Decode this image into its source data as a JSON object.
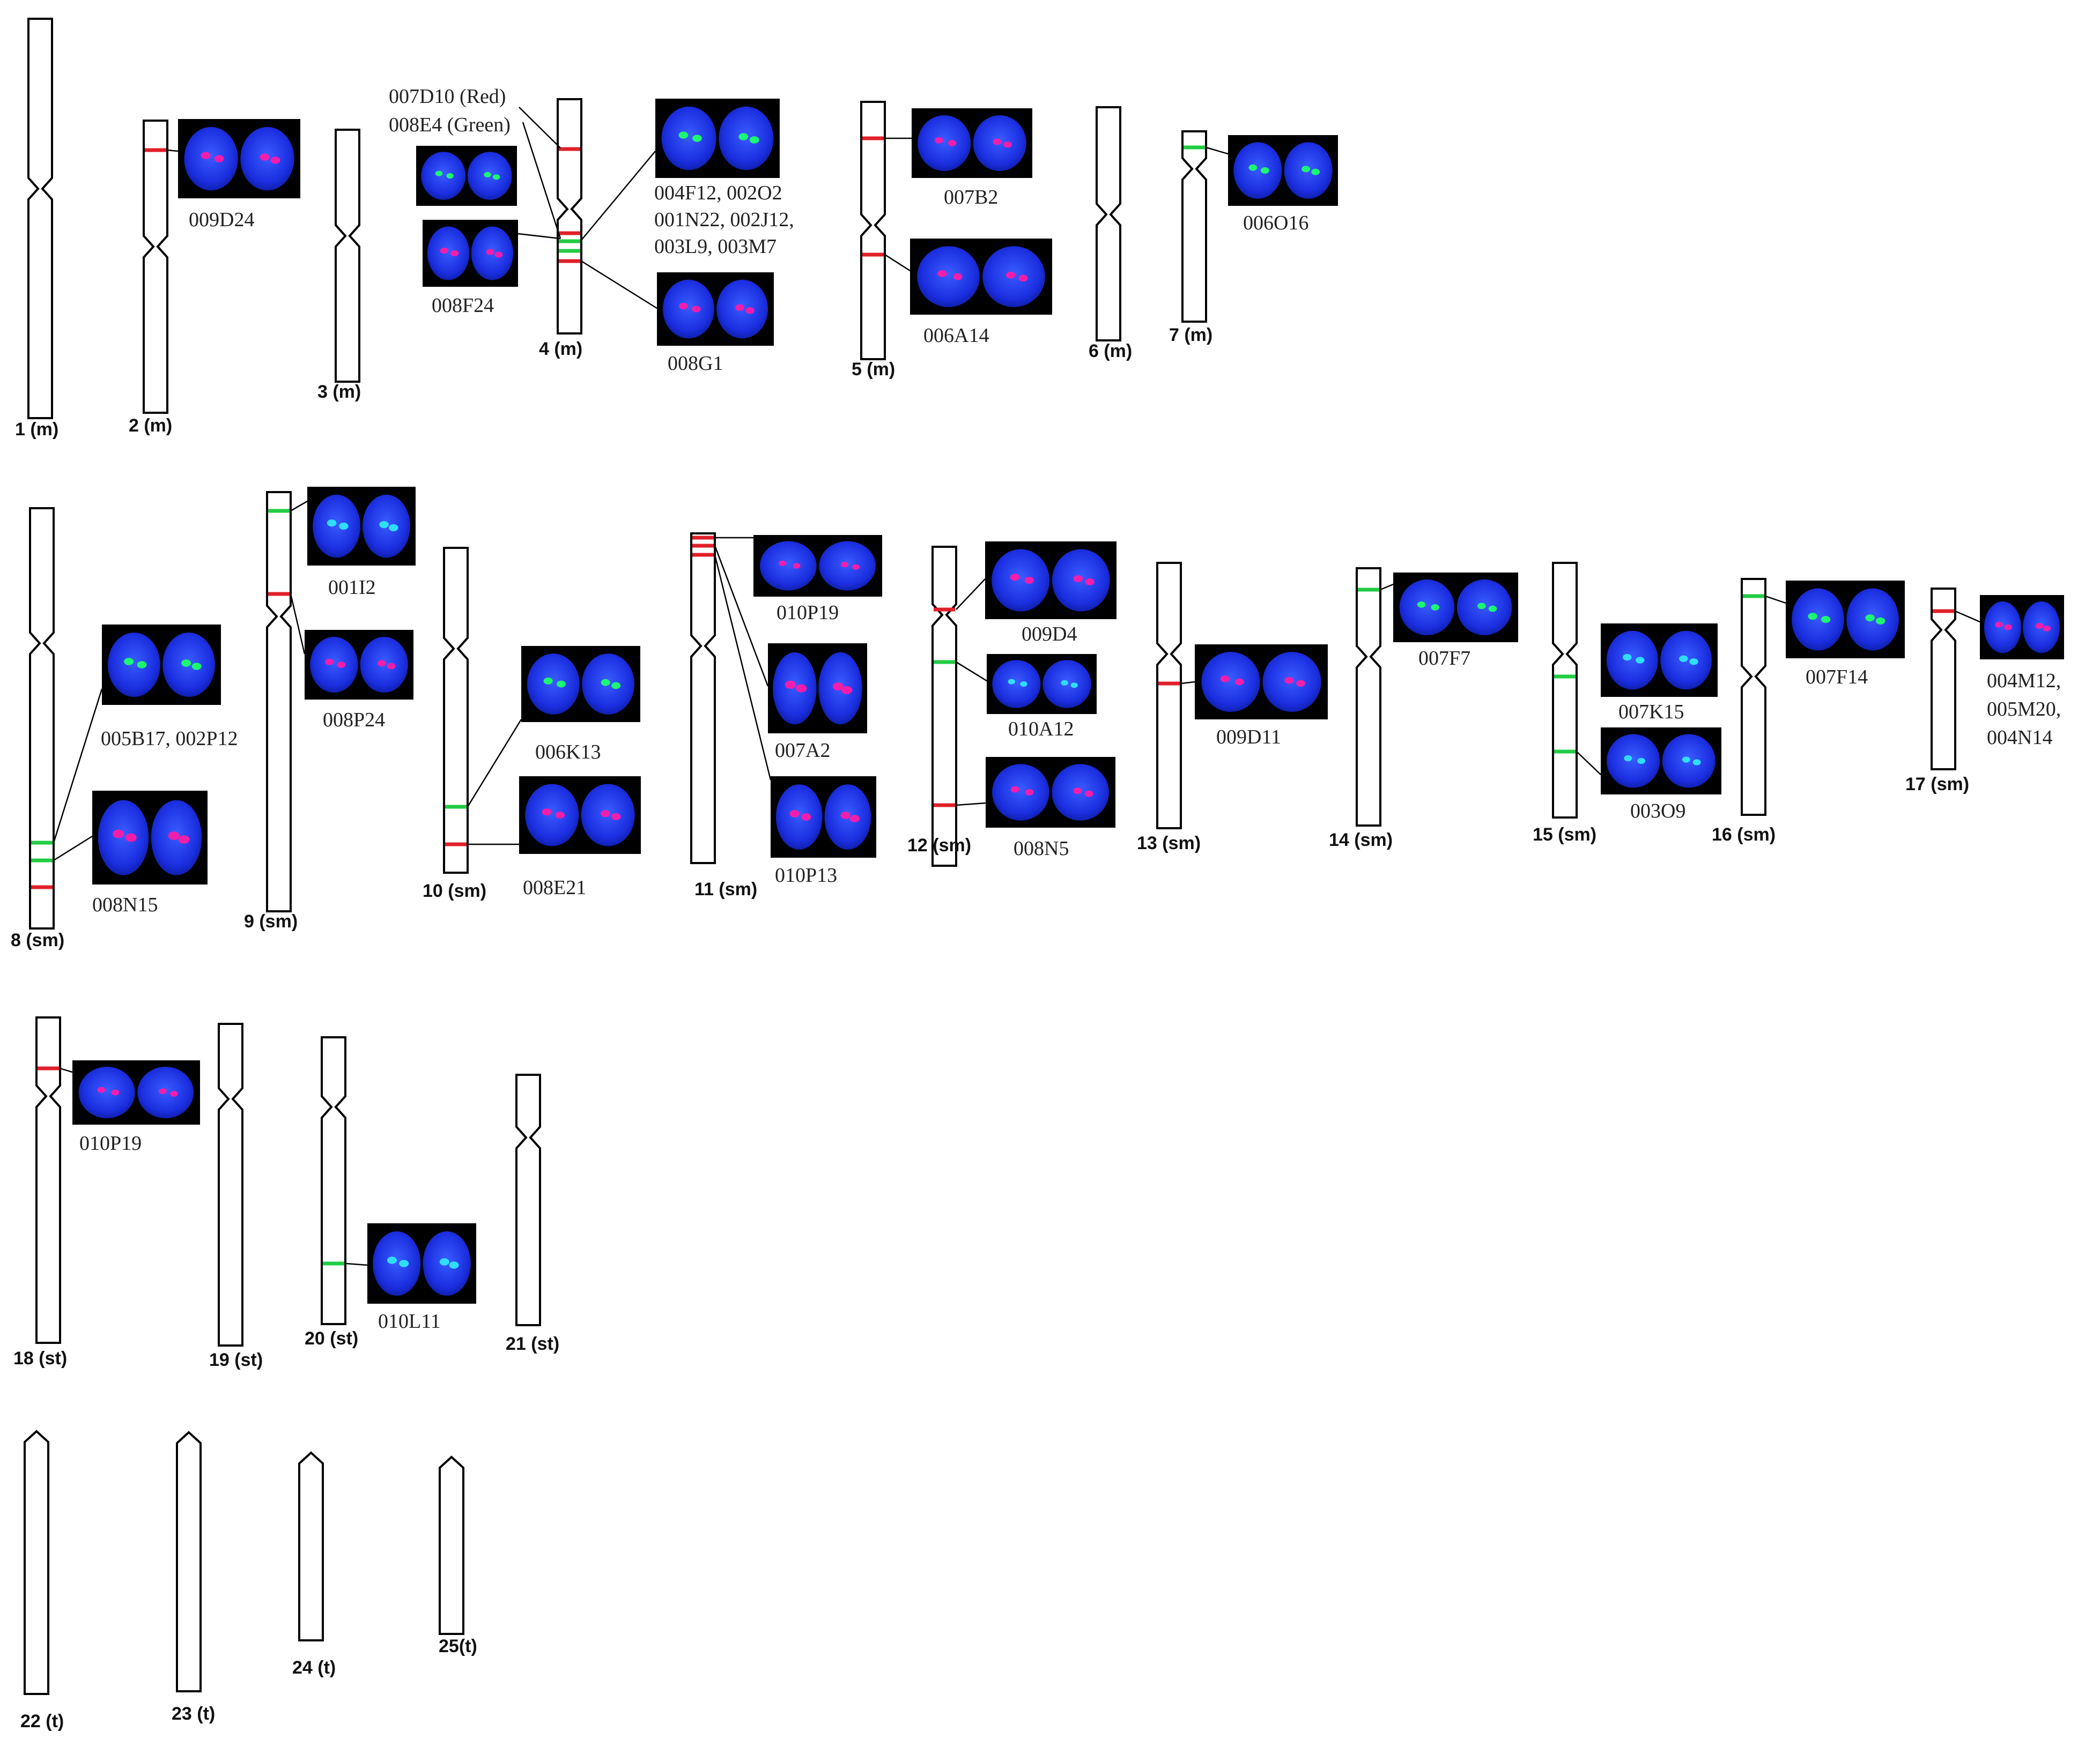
{
  "colors": {
    "red_signal": "#e0202a",
    "green_signal": "#22cc44",
    "nucleus_blue": "#1b2fe0",
    "outline": "#000000"
  },
  "chromosomes": [
    {
      "label": "1 (m)",
      "type": "metacentric"
    },
    {
      "label": "2 (m)",
      "type": "metacentric"
    },
    {
      "label": "3 (m)",
      "type": "metacentric"
    },
    {
      "label": "4 (m)",
      "type": "metacentric"
    },
    {
      "label": "5 (m)",
      "type": "metacentric"
    },
    {
      "label": "6 (m)",
      "type": "metacentric"
    },
    {
      "label": "7 (m)",
      "type": "metacentric"
    },
    {
      "label": "8 (sm)",
      "type": "submetacentric"
    },
    {
      "label": "9 (sm)",
      "type": "submetacentric"
    },
    {
      "label": "10 (sm)",
      "type": "submetacentric"
    },
    {
      "label": "11 (sm)",
      "type": "submetacentric"
    },
    {
      "label": "12 (sm)",
      "type": "submetacentric"
    },
    {
      "label": "13 (sm)",
      "type": "submetacentric"
    },
    {
      "label": "14 (sm)",
      "type": "submetacentric"
    },
    {
      "label": "15 (sm)",
      "type": "submetacentric"
    },
    {
      "label": "16 (sm)",
      "type": "submetacentric"
    },
    {
      "label": "17 (sm)",
      "type": "submetacentric"
    },
    {
      "label": "18 (st)",
      "type": "subtelocentric"
    },
    {
      "label": "19 (st)",
      "type": "subtelocentric"
    },
    {
      "label": "20 (st)",
      "type": "subtelocentric"
    },
    {
      "label": "21 (st)",
      "type": "subtelocentric"
    },
    {
      "label": "22 (t)",
      "type": "telocentric"
    },
    {
      "label": "23 (t)",
      "type": "telocentric"
    },
    {
      "label": "24 (t)",
      "type": "telocentric"
    },
    {
      "label": "25(t)",
      "type": "telocentric"
    }
  ],
  "signal_legend": {
    "red": "007D10 (Red)",
    "green": "008E4  (Green)"
  },
  "probe_labels": {
    "p009D24": "009D24",
    "p008F24": "008F24",
    "p004F12_l1": "004F12, 002O2",
    "p004F12_l2": "001N22, 002J12,",
    "p004F12_l3": "003L9,    003M7",
    "p008G1": "008G1",
    "p007B2": "007B2",
    "p006A14": "006A14",
    "p006O16": "006O16",
    "p005B17": "005B17, 002P12",
    "p008N15": "008N15",
    "p001I2": "001I2",
    "p008P24": "008P24",
    "p006K13": "006K13",
    "p008E21": "008E21",
    "p010P19a": "010P19",
    "p007A2": "007A2",
    "p010P13": "010P13",
    "p009D4": "009D4",
    "p010A12": "010A12",
    "p008N5": "008N5",
    "p009D11": "009D11",
    "p007F7": "007F7",
    "p007K15": "007K15",
    "p003O9": "003O9",
    "p007F14": "007F14",
    "p004M12_l1": "004M12,",
    "p004M12_l2": "005M20,",
    "p004M12_l3": "004N14",
    "p010P19b": "010P19",
    "p010L11": "010L11"
  }
}
